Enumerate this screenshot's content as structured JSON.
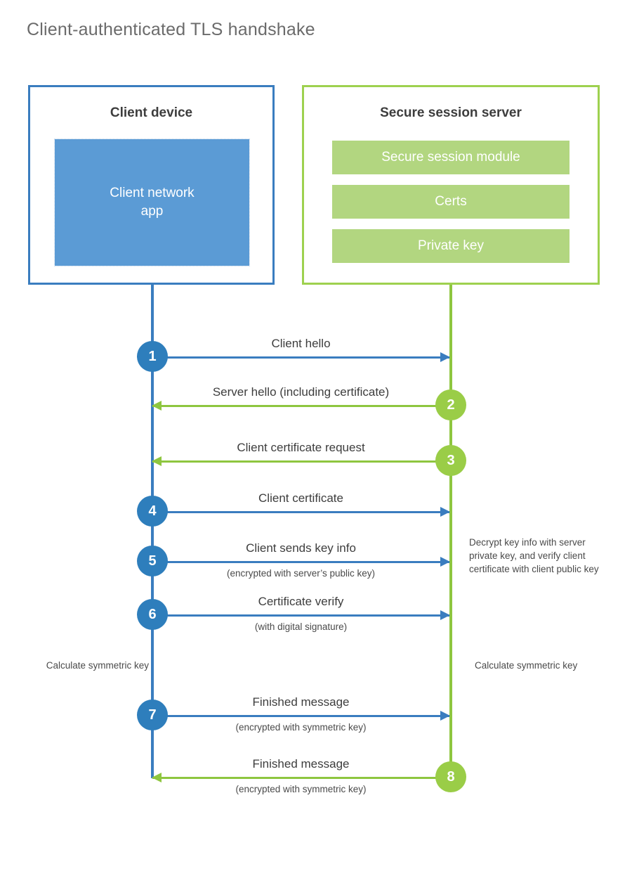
{
  "diagram": {
    "title": "Client-authenticated TLS handshake",
    "colors": {
      "client_blue": "#3a7dbf",
      "client_app_fill": "#5b9bd5",
      "server_green": "#8ec63f",
      "server_item_fill": "#b2d680",
      "step_blue": "#2e7ebc",
      "step_green": "#9acd47",
      "text": "#4a4a4a"
    },
    "client": {
      "title": "Client device",
      "app_label": "Client network\napp"
    },
    "server": {
      "title": "Secure session server",
      "items": [
        {
          "label": "Secure session module"
        },
        {
          "label": "Certs"
        },
        {
          "label": "Private key"
        }
      ]
    },
    "steps": [
      {
        "number": "1",
        "label": "Client hello",
        "sub": "",
        "direction": "client-to-server"
      },
      {
        "number": "2",
        "label": "Server hello (including certificate)",
        "sub": "",
        "direction": "server-to-client"
      },
      {
        "number": "3",
        "label": "Client certificate request",
        "sub": "",
        "direction": "server-to-client"
      },
      {
        "number": "4",
        "label": "Client certificate",
        "sub": "",
        "direction": "client-to-server"
      },
      {
        "number": "5",
        "label": "Client sends key info",
        "sub": "(encrypted with server’s public key)",
        "direction": "client-to-server"
      },
      {
        "number": "6",
        "label": "Certificate verify",
        "sub": "(with digital signature)",
        "direction": "client-to-server"
      },
      {
        "number": "7",
        "label": "Finished message",
        "sub": "(encrypted with symmetric key)",
        "direction": "client-to-server"
      },
      {
        "number": "8",
        "label": "Finished message",
        "sub": "(encrypted with symmetric key)",
        "direction": "server-to-client"
      }
    ],
    "notes": {
      "decrypt": "Decrypt key info with server private key, and verify client certificate with client public key",
      "calculate_client": "Calculate symmetric key",
      "calculate_server": "Calculate symmetric key"
    }
  }
}
